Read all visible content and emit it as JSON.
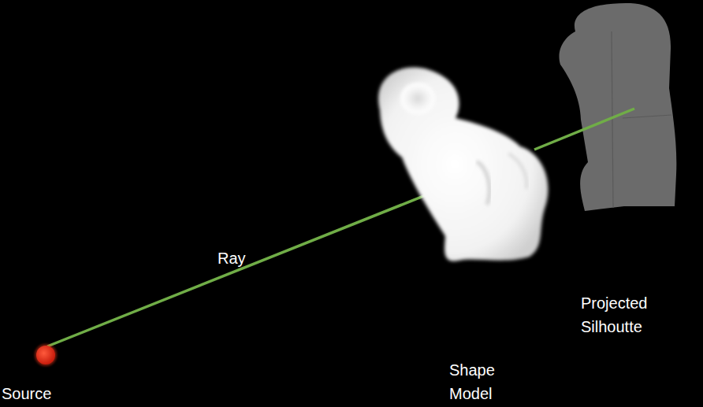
{
  "diagram": {
    "labels": [
      "Ray",
      "Shape Model",
      "Projected Silhoutte",
      "Source"
    ]
  }
}
